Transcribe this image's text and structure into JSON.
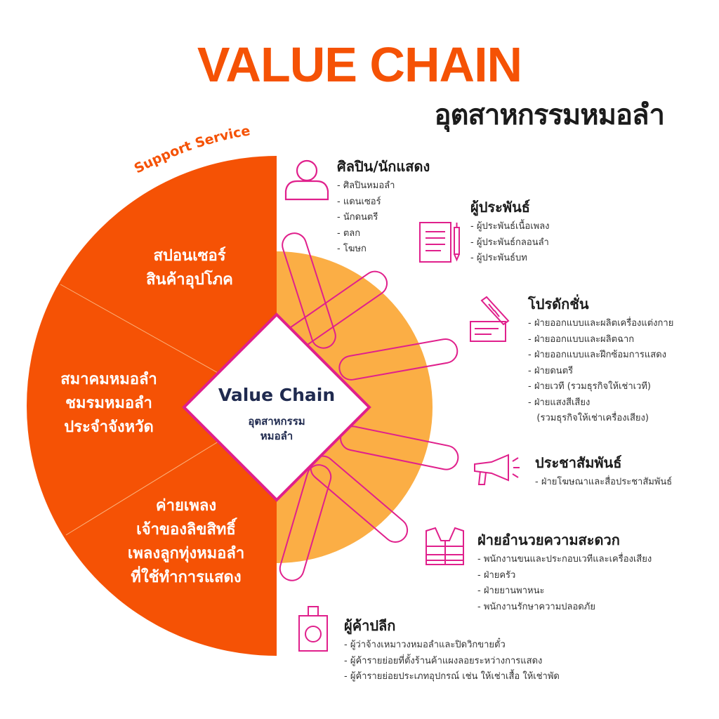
{
  "header": {
    "title": "VALUE CHAIN",
    "subtitle": "อุตสาหกรรมหมอลำ"
  },
  "colors": {
    "orange": "#f55205",
    "light_orange": "#fbae45",
    "magenta": "#e0208c",
    "navy": "#1f2a4f"
  },
  "support": {
    "label": "Support Service",
    "segments": [
      {
        "lines": [
          "สปอนเซอร์",
          "สินค้าอุปโภค"
        ]
      },
      {
        "lines": [
          "สมาคมหมอลำ",
          "ชมรมหมอลำ",
          "ประจำจังหวัด"
        ]
      },
      {
        "lines": [
          "ค่ายเพลง",
          "เจ้าของลิขสิทธิ์",
          "เพลงลูกทุ่งหมอลำ",
          "ที่ใช้ทำการแสดง"
        ]
      }
    ]
  },
  "center": {
    "title": "Value Chain",
    "subtitle_lines": [
      "อุตสาหกรรม",
      "หมอลำ"
    ]
  },
  "categories": [
    {
      "icon": "person-icon",
      "title": "ศิลปิน/นักแสดง",
      "items": [
        "ศิลปินหมอลำ",
        "แดนเซอร์",
        "นักดนตรี",
        "ตลก",
        "โฆษก"
      ]
    },
    {
      "icon": "document-pencil-icon",
      "title": "ผู้ประพันธ์",
      "items": [
        "ผู้ประพันธ์เนื้อเพลง",
        "ผู้ประพันธ์กลอนลำ",
        "ผู้ประพันธ์บท"
      ]
    },
    {
      "icon": "clapperboard-icon",
      "title": "โปรดักชั่น",
      "items": [
        "ฝ่ายออกแบบและผลิตเครื่องแต่งกาย",
        "ฝ่ายออกแบบและผลิตฉาก",
        "ฝ่ายออกแบบและฝึกซ้อมการแสดง",
        "ฝ่ายดนตรี",
        "ฝ่ายเวที (รวมธุรกิจให้เช่าเวที)",
        "ฝ่ายแสงสีเสียง"
      ],
      "continuation": "(รวมธุรกิจให้เช่าเครื่องเสียง)"
    },
    {
      "icon": "megaphone-icon",
      "title": "ประชาสัมพันธ์",
      "items": [
        "ฝ่ายโฆษณาและสื่อประชาสัมพันธ์"
      ]
    },
    {
      "icon": "vest-icon",
      "title": "ฝ่ายอำนวยความสะดวก",
      "items": [
        "พนักงานขนและประกอบเวทีและเครื่องเสียง",
        "ฝ่ายครัว",
        "ฝ่ายยานพาหนะ",
        "พนักงานรักษาความปลอดภัย"
      ]
    },
    {
      "icon": "shopping-bag-icon",
      "title": "ผู้ค้าปลีก",
      "items": [
        "ผู้ว่าจ้างเหมาวงหมอลำและปิดวิกขายตั๋ว",
        "ผู้ค้ารายย่อยที่ตั้งร้านค้าแผงลอยระหว่างการแสดง",
        "ผู้ค้ารายย่อยประเภทอุปกรณ์ เช่น ให้เช่าเสื้อ ให้เช่าพัด"
      ]
    }
  ]
}
